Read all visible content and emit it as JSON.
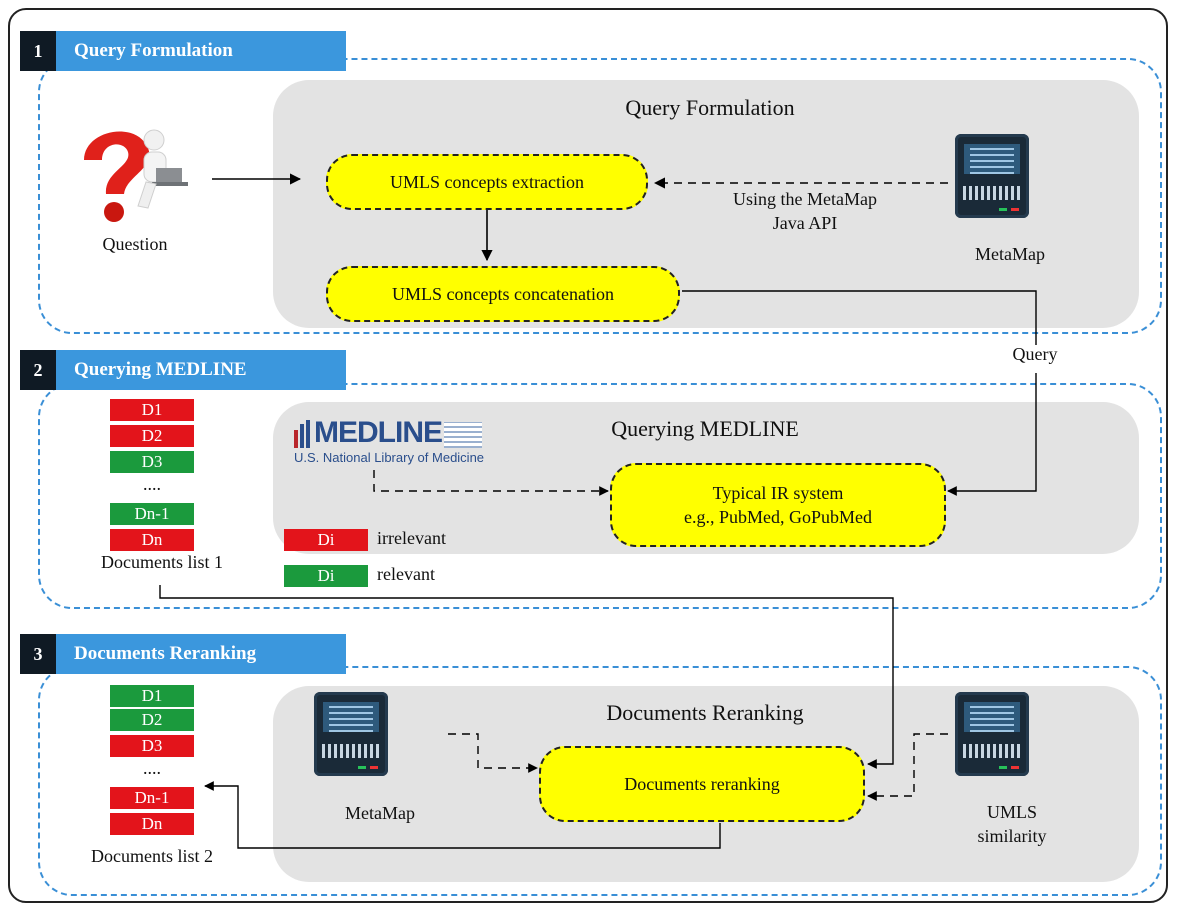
{
  "sections": [
    {
      "num": "1",
      "title": "Query Formulation",
      "box_title": "Query Formulation"
    },
    {
      "num": "2",
      "title": "Querying MEDLINE",
      "box_title": "Querying MEDLINE"
    },
    {
      "num": "3",
      "title": "Documents Reranking",
      "box_title": "Documents Reranking"
    }
  ],
  "s1": {
    "question_label": "Question",
    "extract": "UMLS concepts extraction",
    "concat": "UMLS concepts concatenation",
    "api_line1": "Using the MetaMap",
    "api_line2": "Java API",
    "metamap_label": "MetaMap",
    "query_label": "Query"
  },
  "s2": {
    "docs": [
      {
        "label": "D1",
        "status": "irrelevant"
      },
      {
        "label": "D2",
        "status": "irrelevant"
      },
      {
        "label": "D3",
        "status": "relevant"
      },
      {
        "label": "Dn-1",
        "status": "relevant"
      },
      {
        "label": "Dn",
        "status": "irrelevant"
      }
    ],
    "dots": "....",
    "list_label": "Documents list 1",
    "logo_word": "MEDLINE",
    "logo_sub": "U.S. National Library of Medicine",
    "ir_line1": "Typical IR system",
    "ir_line2": "e.g., PubMed, GoPubMed",
    "legend": [
      {
        "tag": "Di",
        "text": "irrelevant",
        "color": "#e3141b"
      },
      {
        "tag": "Di",
        "text": "relevant",
        "color": "#1b9a3d"
      }
    ]
  },
  "s3": {
    "docs": [
      {
        "label": "D1",
        "status": "relevant"
      },
      {
        "label": "D2",
        "status": "relevant"
      },
      {
        "label": "D3",
        "status": "irrelevant"
      },
      {
        "label": "Dn-1",
        "status": "irrelevant"
      },
      {
        "label": "Dn",
        "status": "irrelevant"
      }
    ],
    "dots": "....",
    "list_label": "Documents list 2",
    "rerank": "Documents reranking",
    "metamap_label": "MetaMap",
    "sim_line1": "UMLS",
    "sim_line2": "similarity"
  },
  "colors": {
    "tab": "#3b97dd",
    "pill": "#ffff00",
    "dashed_border": "#3a8fd6",
    "panel": "#e3e3e3"
  },
  "icons": [
    "question-mark-person-icon",
    "server-icon",
    "medline-logo-icon"
  ]
}
